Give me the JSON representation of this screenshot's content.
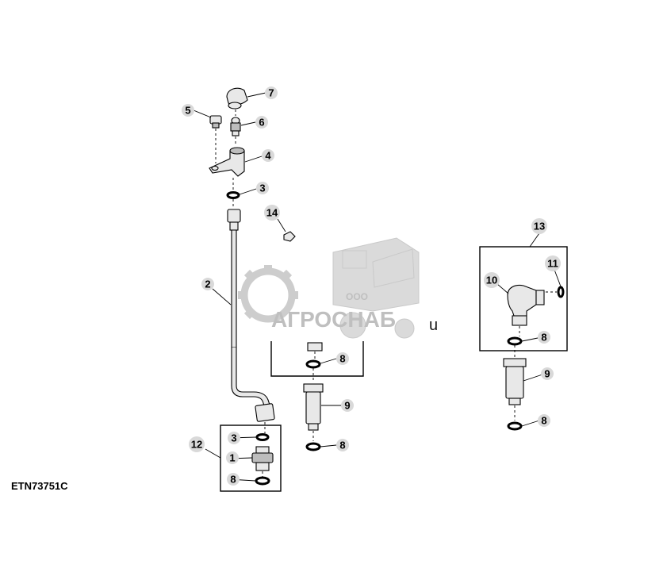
{
  "figure_id": "ETN73751C",
  "callouts": [
    "1",
    "2",
    "3",
    "4",
    "5",
    "6",
    "7",
    "8",
    "9",
    "10",
    "11",
    "12",
    "13",
    "14"
  ],
  "watermark": {
    "company_prefix": "ООО",
    "company_name": "АГРОСНАБ",
    "suffix": "u"
  },
  "colors": {
    "line": "#000000",
    "callout_fill": "#d9d9d9",
    "watermark": "#b9b9b9"
  }
}
